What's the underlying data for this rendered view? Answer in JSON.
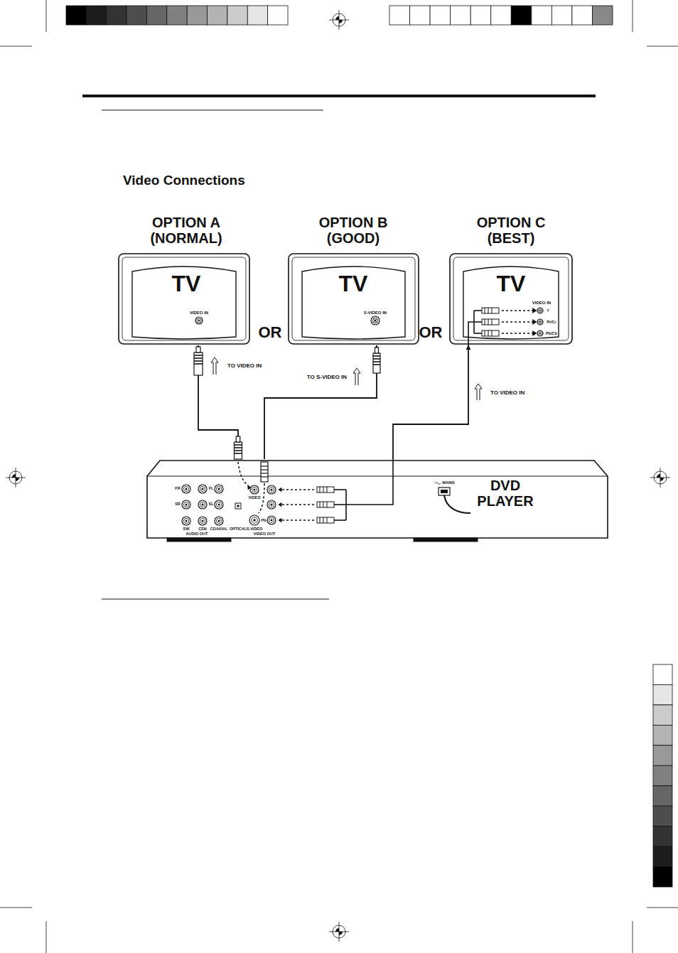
{
  "diagram": {
    "title": "Video Connections",
    "nodes": [
      {
        "text": [
          "OPTION A (NORMAL)",
          "TV",
          "VIDEO IN"
        ]
      },
      {
        "text": [
          "OPTION B (GOOD)",
          "TV",
          "S-VIDEO IN"
        ]
      },
      {
        "text": [
          "OPTION C (BEST)",
          "TV",
          "VIDEO IN",
          "Y",
          "Pr/Cr",
          "Pb/Cb"
        ]
      },
      {
        "text": [
          "DVD PLAYER",
          "FR",
          "FL",
          "SR",
          "SL",
          "SW",
          "CEN",
          "AUDIO OUT",
          "COAXIAL",
          "OPTICAL",
          "S-VIDEO",
          "VIDEO OUT",
          "VIDEO",
          "Pb",
          "MAINS"
        ]
      }
    ],
    "edges": [
      {
        "from": 3,
        "to": 0,
        "arrow": "to",
        "label": "TO VIDEO IN"
      },
      {
        "from": 3,
        "to": 1,
        "arrow": "to",
        "label": "TO S-VIDEO IN"
      },
      {
        "from": 3,
        "to": 2,
        "arrow": "to",
        "label": "TO VIDEO IN"
      }
    ],
    "labels": [
      "OR",
      "OR"
    ]
  }
}
